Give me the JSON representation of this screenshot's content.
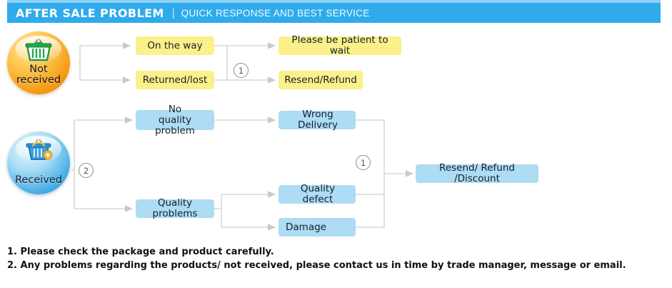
{
  "banner": {
    "title": "AFTER SALE PROBLEM",
    "separator": "|",
    "subtitle": "QUICK RESPONSE AND BEST SERVICE",
    "bg_color": "#2FABEC",
    "text_color": "#FFFFFF"
  },
  "colors": {
    "yellow_node": "#FBF08A",
    "blue_node": "#ADDCF4",
    "connector": "#D5D5D5",
    "orange_badge": "#F59A16",
    "blue_badge": "#4AB0E6"
  },
  "branches": {
    "not_received": {
      "badge_label_line1": "Not",
      "badge_label_line2": "received",
      "badge_icon": "shopping-basket-icon",
      "stages": [
        {
          "label": "On the way",
          "result": "Please be patient to wait"
        },
        {
          "label": "Returned/lost",
          "result": "Resend/Refund"
        }
      ],
      "marker": "1"
    },
    "received": {
      "badge_label": "Received",
      "badge_icon": "shopping-basket-icon",
      "marker": "2",
      "categories": [
        {
          "label_line1": "No",
          "label_line2": "quality problem",
          "issues": [
            "Wrong Delivery"
          ]
        },
        {
          "label_line1": "Quality problems",
          "label_line2": "",
          "issues": [
            "Quality defect",
            "Damage"
          ]
        }
      ],
      "result_marker": "1",
      "result": "Resend/ Refund /Discount"
    }
  },
  "notes": [
    "1. Please check the package and product carefully.",
    "2. Any problems regarding the products/ not received, please contact us in time by trade manager, message or email."
  ]
}
